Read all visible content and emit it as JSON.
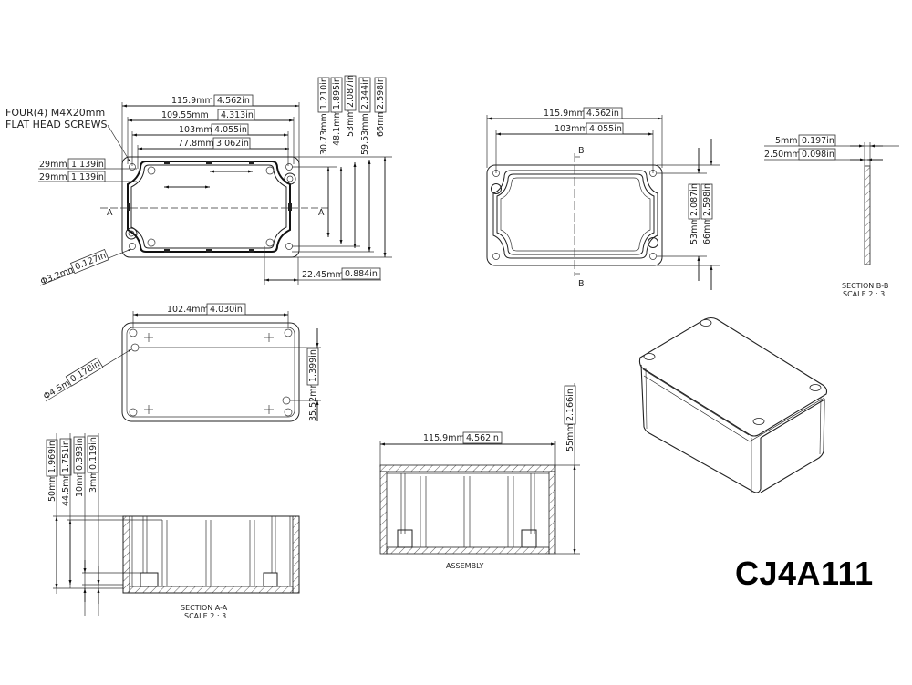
{
  "title": "CJ4A111",
  "top_view": {
    "note_line1": "FOUR(4) M4X20mm",
    "note_line2": "FLAT HEAD SCREWS.",
    "dim_width_overall": {
      "mm": "115.9mm",
      "in": "4.562in"
    },
    "dim_width_2": {
      "mm": "109.55mm",
      "in": "4.313in"
    },
    "dim_width_3": {
      "mm": "103mm",
      "in": "4.055in"
    },
    "dim_width_4": {
      "mm": "77.8mm",
      "in": "3.062in"
    },
    "dim_left_1": {
      "mm": "29mm",
      "in": "1.139in"
    },
    "dim_left_2": {
      "mm": "29mm",
      "in": "1.139in"
    },
    "dim_v1": {
      "mm": "30.73mm",
      "in": "1.210in"
    },
    "dim_v2": {
      "mm": "48.1mm",
      "in": "1.895in"
    },
    "dim_v3": {
      "mm": "53mm",
      "in": "2.087in"
    },
    "dim_v4": {
      "mm": "59.53mm",
      "in": "2.344in"
    },
    "dim_v5": {
      "mm": "66mm",
      "in": "2.598in"
    },
    "dim_hole": {
      "mm": "Φ3.2mm",
      "in": "0.127in"
    },
    "dim_offset": {
      "mm": "22.45mm",
      "in": "0.884in"
    },
    "section_marker": "A"
  },
  "lid_view": {
    "dim_width_overall": {
      "mm": "115.9mm",
      "in": "4.562in"
    },
    "dim_width_2": {
      "mm": "103mm",
      "in": "4.055in"
    },
    "dim_h1": {
      "mm": "53mm",
      "in": "2.087in"
    },
    "dim_h2": {
      "mm": "66mm",
      "in": "2.598in"
    },
    "section_marker": "B"
  },
  "section_bb": {
    "dim_1": {
      "mm": "5mm",
      "in": "0.197in"
    },
    "dim_2": {
      "mm": "2.50mm",
      "in": "0.098in"
    },
    "caption_1": "SECTION B-B",
    "caption_2": "SCALE 2 : 3"
  },
  "bottom_view": {
    "dim_width": {
      "mm": "102.4mm",
      "in": "4.030in"
    },
    "dim_hole": {
      "mm": "Φ4.5mm",
      "in": "0.178in"
    },
    "dim_height": {
      "mm": "35.52mm",
      "in": "1.399in"
    }
  },
  "section_aa": {
    "dim_1": {
      "mm": "50mm",
      "in": "1.969in"
    },
    "dim_2": {
      "mm": "44.5mm",
      "in": "1.751in"
    },
    "dim_3": {
      "mm": "10mm",
      "in": "0.393in"
    },
    "dim_4": {
      "mm": "3mm",
      "in": "0.119in"
    },
    "caption_1": "SECTION  A-A",
    "caption_2": "SCALE 2 : 3"
  },
  "assembly": {
    "dim_width": {
      "mm": "115.9mm",
      "in": "4.562in"
    },
    "dim_height": {
      "mm": "55mm",
      "in": "2.166in"
    },
    "caption": "ASSEMBLY"
  },
  "iso_view": {
    "label": "isometric enclosure view"
  }
}
